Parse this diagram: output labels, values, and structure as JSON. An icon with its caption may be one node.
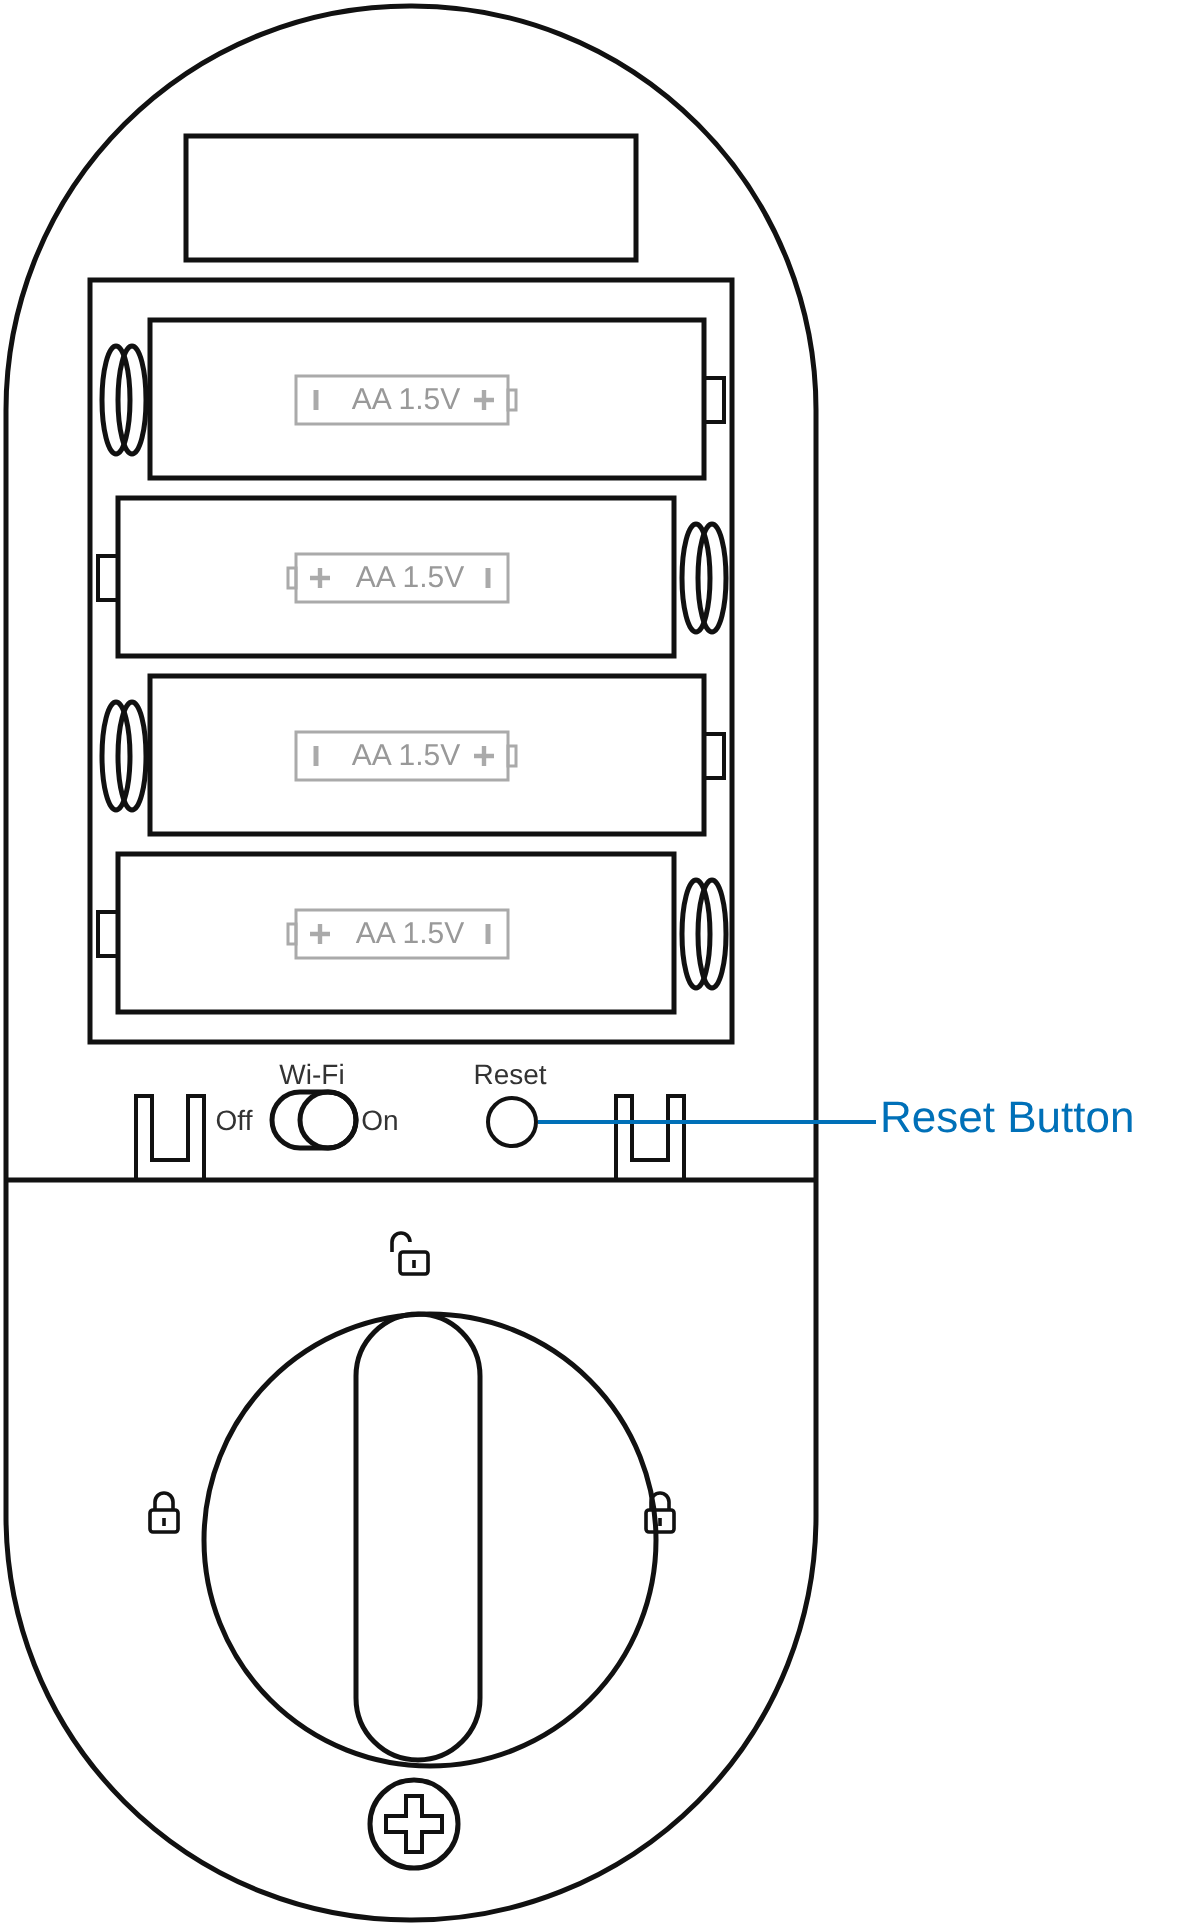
{
  "diagram": {
    "nodes": [
      {
        "text": [
          "Reset Button"
        ]
      },
      {
        "text": [],
        "shape": "circle",
        "beside": [
          "Reset"
        ]
      }
    ],
    "edges": [
      {
        "from": 0,
        "to": 1,
        "arrow": "none",
        "color": "#0070b8"
      }
    ],
    "labels": [
      "AA 1.5V",
      "AA 1.5V",
      "AA 1.5V",
      "AA 1.5V",
      "Wi-Fi",
      "Off",
      "On"
    ]
  }
}
